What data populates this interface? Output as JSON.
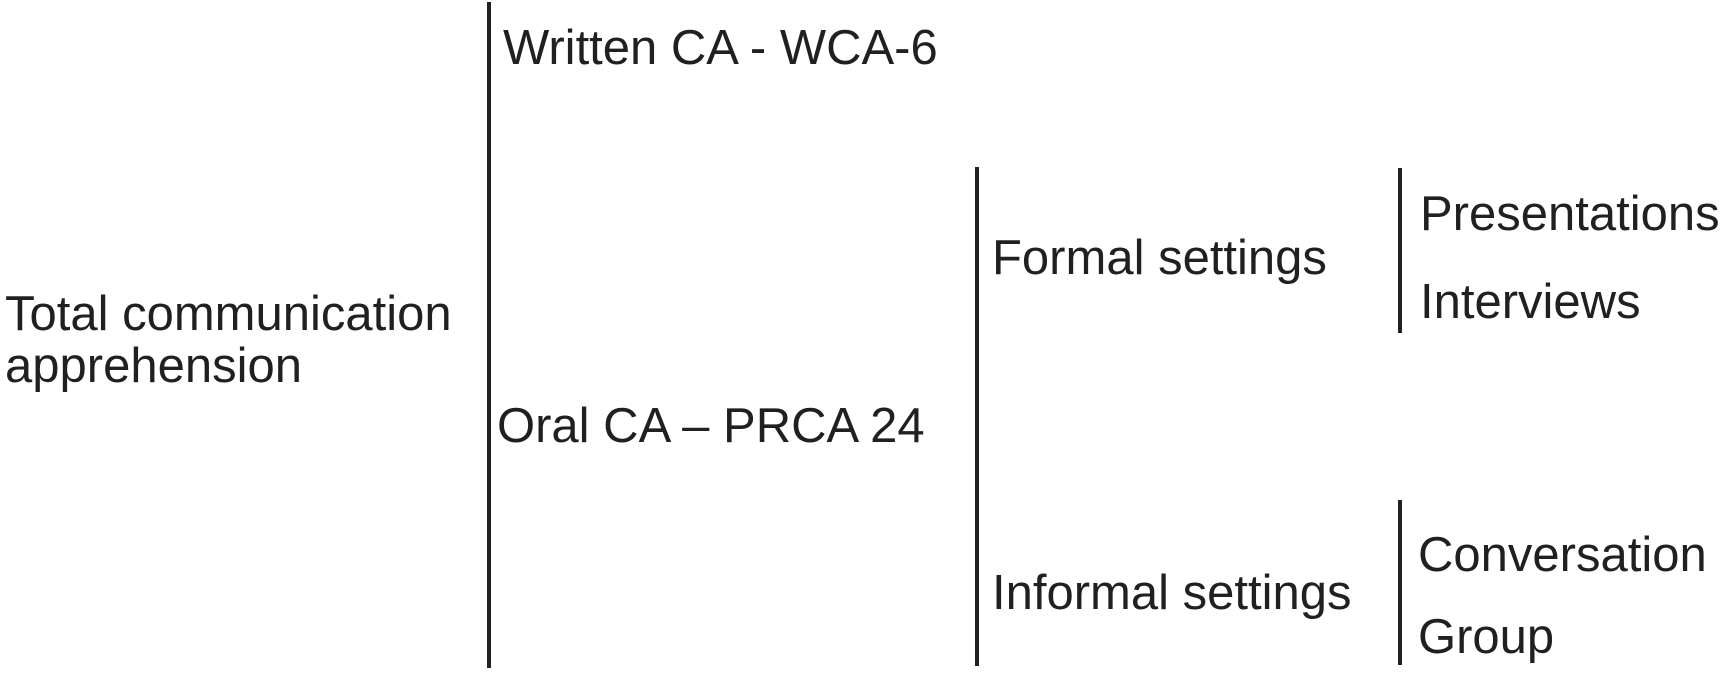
{
  "figure": {
    "root_label": "Total communication apprehension",
    "branches": {
      "written_label": "Written CA - WCA-6",
      "oral_label": "Oral CA – PRCA 24"
    },
    "oral_settings": {
      "formal_label": "Formal settings",
      "informal_label": "Informal settings",
      "formal_children": [
        "Presentations",
        "Interviews"
      ],
      "informal_children": [
        "Conversation",
        "Group"
      ]
    }
  },
  "colors": {
    "ink": "#221f1f",
    "background": "#ffffff"
  }
}
